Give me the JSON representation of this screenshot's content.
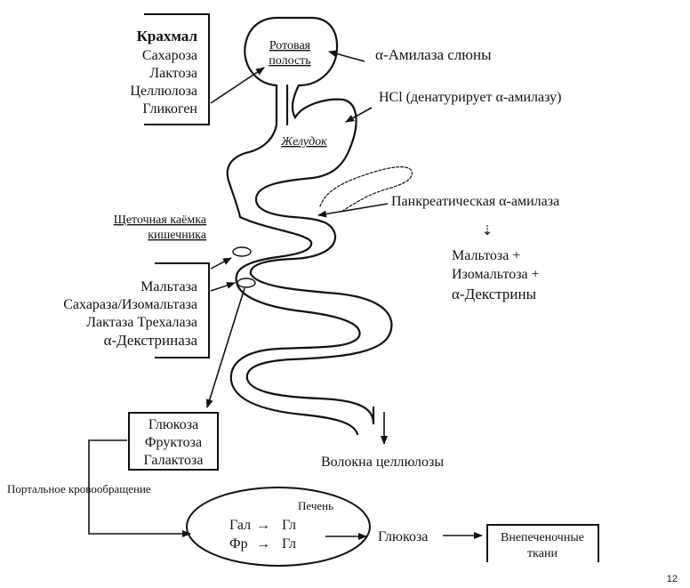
{
  "substrates": {
    "title": "Крахмал",
    "items": [
      "Сахароза",
      "Лактоза",
      "Целлюлоза",
      "Гликоген"
    ]
  },
  "mouth_label": [
    "Ротовая",
    "полость"
  ],
  "saliva_enzyme": "α-Амилаза слюны",
  "hcl_note": "HCl  (денатурирует  α-амилазу)",
  "stomach_label": "Желудок",
  "pancreatic_enzyme": "Панкреатическая α-амилаза",
  "products": [
    "Мальтоза     +",
    "Изомальтоза +",
    "α-Декстрины"
  ],
  "brush_border_label": [
    "Щеточная каёмка",
    "кишечника"
  ],
  "brush_enzymes": [
    "Мальтаза",
    "Сахараза/Изомальтаза",
    "Лактаза    Трехалаза",
    "α-Декстриназа"
  ],
  "monosaccharides": [
    "Глюкоза",
    "Фруктоза",
    "Галактоза"
  ],
  "cellulose_fibers": "Волокна целлюлозы",
  "portal_circulation": "Портальное кровообращение",
  "liver": {
    "title": "Печень",
    "reactions": [
      {
        "from": "Гал",
        "to": "Гл"
      },
      {
        "from": "Фр",
        "to": "Гл"
      }
    ]
  },
  "glucose_out": "Глюкоза",
  "extrahepatic": [
    "Внепеченочные",
    "ткани"
  ],
  "page_number": "12"
}
